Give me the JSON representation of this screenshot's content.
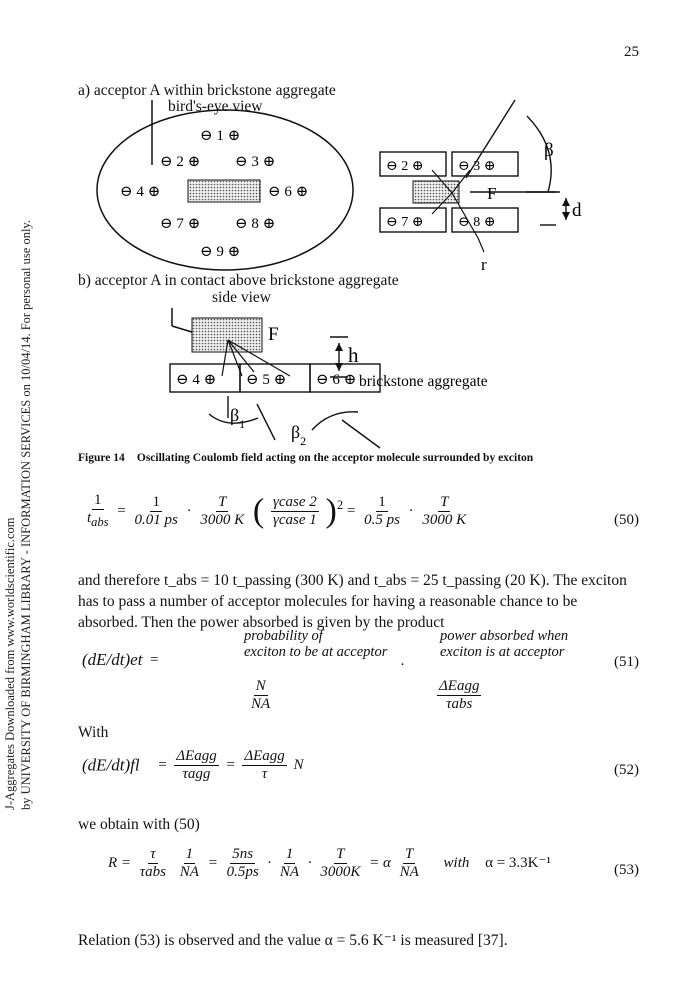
{
  "page": {
    "number": "25",
    "side_note": [
      "J-Aggregates Downloaded from www.worldscientific.com",
      "by UNIVERSITY OF BIRMINGHAM LIBRARY - INFORMATION SERVICES on 10/04/14. For personal use only."
    ]
  },
  "figure": {
    "a_title": "a) acceptor A within brickstone aggregate",
    "a_view": "bird's-eye view",
    "b_title": "b) acceptor A in contact above brickstone aggregate",
    "b_view": "side view",
    "labels": {
      "F": "F",
      "d": "d",
      "beta": "β",
      "r": "r",
      "h": "h",
      "beta1": "β1",
      "beta2": "β2",
      "brick": "brickstone aggregate"
    },
    "molecules_a": [
      "1",
      "2",
      "3",
      "4",
      "6",
      "7",
      "8",
      "9"
    ],
    "molecules_zoom": [
      "2",
      "3",
      "7",
      "8"
    ],
    "molecules_b": [
      "4",
      "5",
      "6"
    ],
    "caption_tag": "Figure 14",
    "caption": "Oscillating Coulomb field acting on the acceptor molecule surrounded by exciton"
  },
  "eq50": {
    "num": "(50)",
    "one": "1",
    "tabs": "t",
    "tabs_sub": "abs",
    "c1": "0.01 ps",
    "T": "T",
    "k3000": "3000 K",
    "gcase2": "γcase 2",
    "gcase1": "γcase 1",
    "sq": "2",
    "c2": "0.5 ps"
  },
  "para1": "and therefore t_abs = 10 t_passing (300 K) and t_abs = 25 t_passing (20 K). The exciton has to pass a number of acceptor molecules for having a reasonable chance to be absorbed. Then the power absorbed is given by the product",
  "eq51": {
    "num": "(51)",
    "lhs": "(dE/dt)et",
    "h1a": "probability of",
    "h1b": "exciton to be at acceptor",
    "h2a": "power absorbed when",
    "h2b": "exciton is at acceptor",
    "t1n": "N",
    "t1d": "NA",
    "t2n": "ΔEagg",
    "t2d": "τabs"
  },
  "with": "With",
  "eq52": {
    "num": "(52)",
    "lhs": "(dE/dt)fl",
    "a_n": "ΔEagg",
    "a_d": "τagg",
    "b_n": "ΔEagg",
    "b_d": "τ",
    "tail": "N"
  },
  "obtain": "we obtain with (50)",
  "eq53": {
    "num": "(53)",
    "R": "R",
    "t": "τ",
    "tabs": "τabs",
    "one": "1",
    "NA": "NA",
    "ns": "5ns",
    "ps": "0.5ps",
    "T": "T",
    "k3000": "3000K",
    "alpha": "α",
    "with": "with",
    "alpha_val": "α = 3.3K⁻¹"
  },
  "para2": "Relation (53) is observed and the value α = 5.6 K⁻¹ is measured [37]."
}
